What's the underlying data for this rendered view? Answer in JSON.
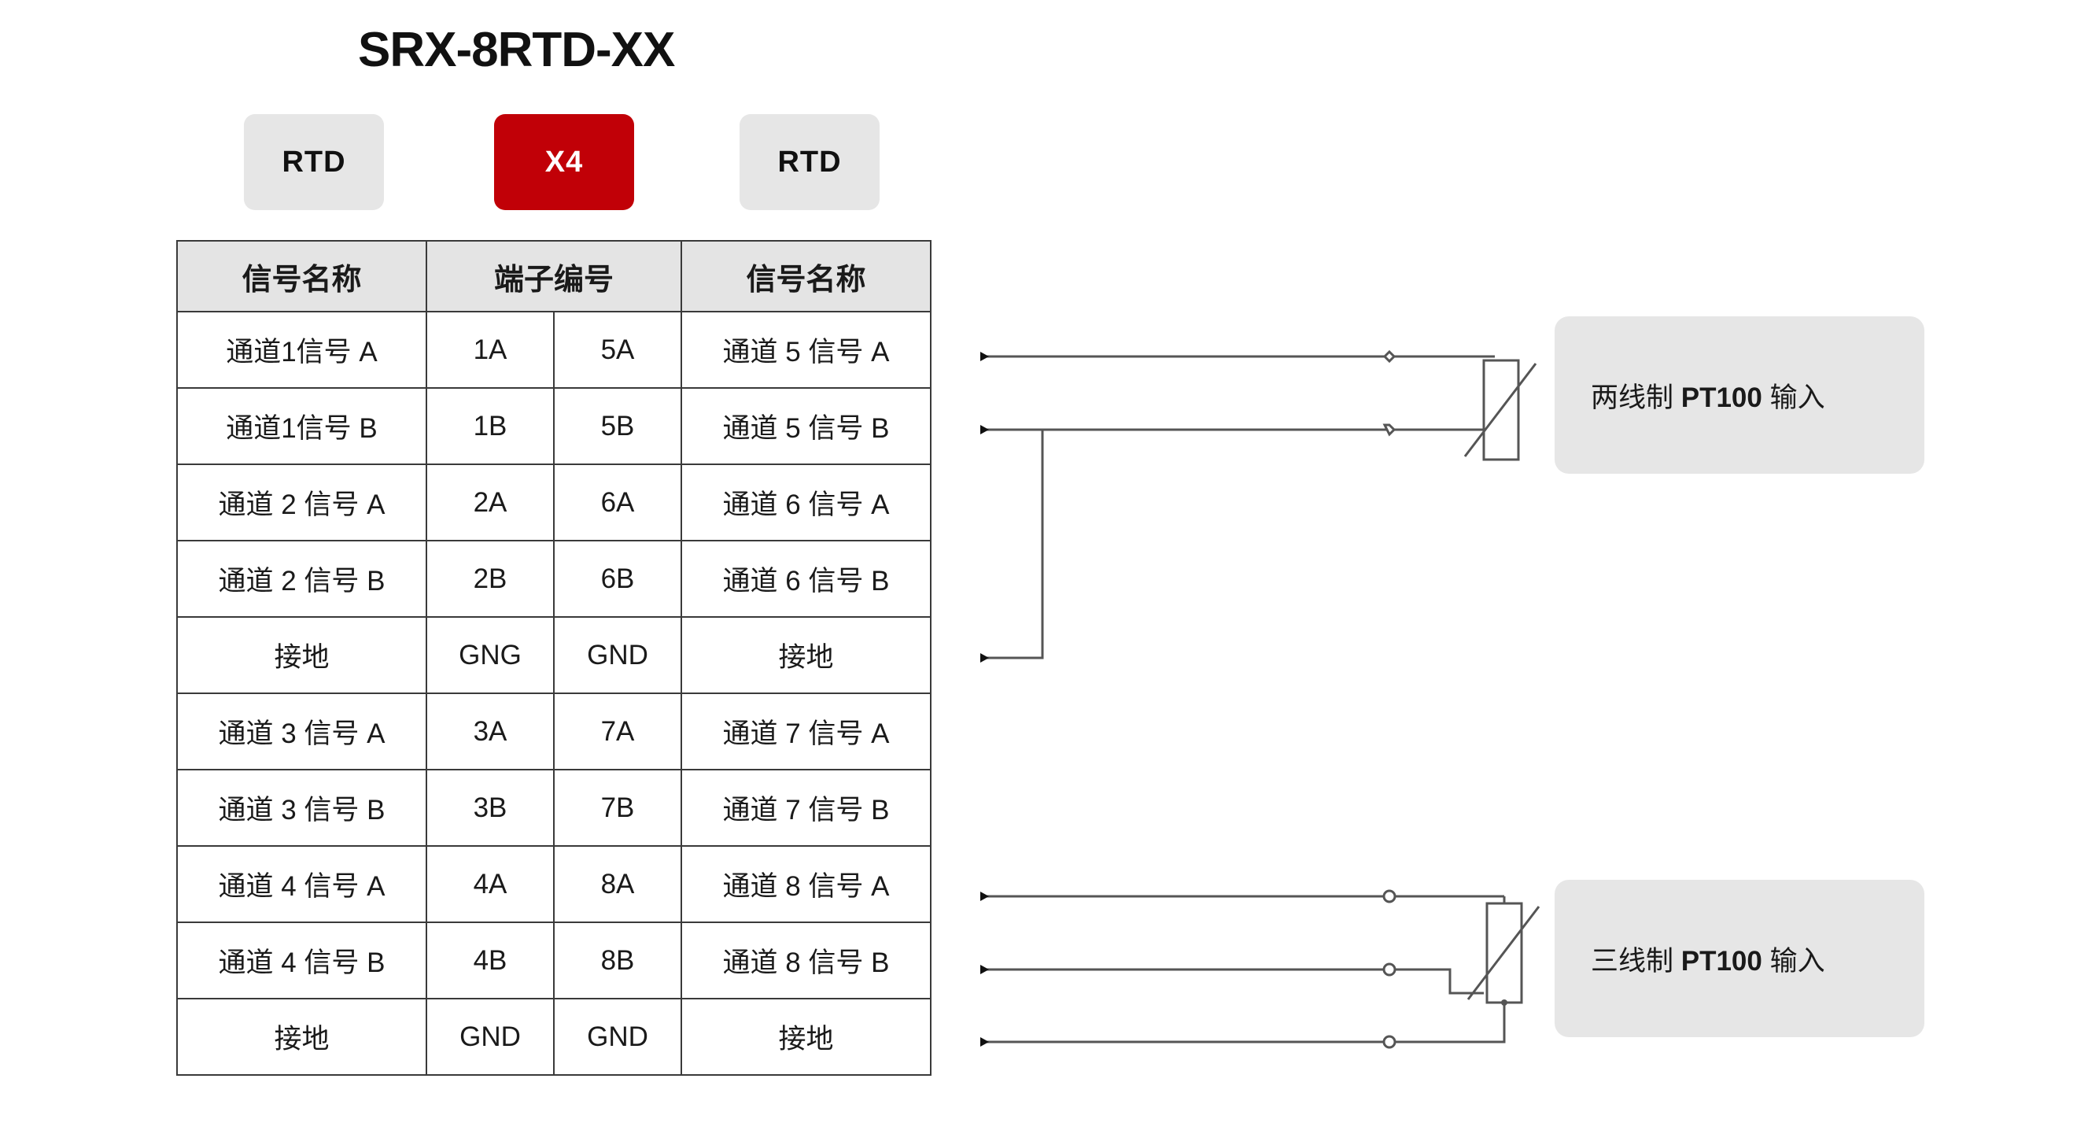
{
  "title": "SRX-8RTD-XX",
  "badges": [
    {
      "label": "RTD",
      "style": "gray"
    },
    {
      "label": "X4",
      "style": "red"
    },
    {
      "label": "RTD",
      "style": "gray"
    }
  ],
  "colors": {
    "badge_red": "#c10007",
    "badge_gray": "#e6e6e6",
    "header_gray": "#e4e4e4",
    "line": "#555555",
    "border": "#3a3a3a",
    "text": "#1a1a1a"
  },
  "table": {
    "headers": [
      "信号名称",
      "端子编号",
      "信号名称"
    ],
    "rows": [
      {
        "left_signal": "通道1信号 A",
        "left_term": "1A",
        "right_term": "5A",
        "right_signal": "通道 5 信号 A"
      },
      {
        "left_signal": "通道1信号 B",
        "left_term": "1B",
        "right_term": "5B",
        "right_signal": "通道 5 信号 B"
      },
      {
        "left_signal": "通道 2 信号 A",
        "left_term": "2A",
        "right_term": "6A",
        "right_signal": "通道 6 信号 A"
      },
      {
        "left_signal": "通道 2 信号 B",
        "left_term": "2B",
        "right_term": "6B",
        "right_signal": "通道 6 信号 B"
      },
      {
        "left_signal": "接地",
        "left_term": "GNG",
        "right_term": "GND",
        "right_signal": "接地"
      },
      {
        "left_signal": "通道 3 信号 A",
        "left_term": "3A",
        "right_term": "7A",
        "right_signal": "通道 7 信号 A"
      },
      {
        "left_signal": "通道 3 信号 B",
        "left_term": "3B",
        "right_term": "7B",
        "right_signal": "通道 7 信号 B"
      },
      {
        "left_signal": "通道 4 信号 A",
        "left_term": "4A",
        "right_term": "8A",
        "right_signal": "通道 8 信号 A"
      },
      {
        "left_signal": "通道 4 信号 B",
        "left_term": "4B",
        "right_term": "8B",
        "right_signal": "通道 8 信号 B"
      },
      {
        "left_signal": "接地",
        "left_term": "GND",
        "right_term": "GND",
        "right_signal": "接地"
      }
    ]
  },
  "callouts": [
    {
      "prefix": "两线制 ",
      "bold": "PT100",
      "suffix": " 输入",
      "connects_terminals": [
        "5A",
        "5B",
        "GND"
      ]
    },
    {
      "prefix": "三线制 ",
      "bold": "PT100",
      "suffix": " 输入",
      "connects_terminals": [
        "8A",
        "8B",
        "GND"
      ]
    }
  ]
}
